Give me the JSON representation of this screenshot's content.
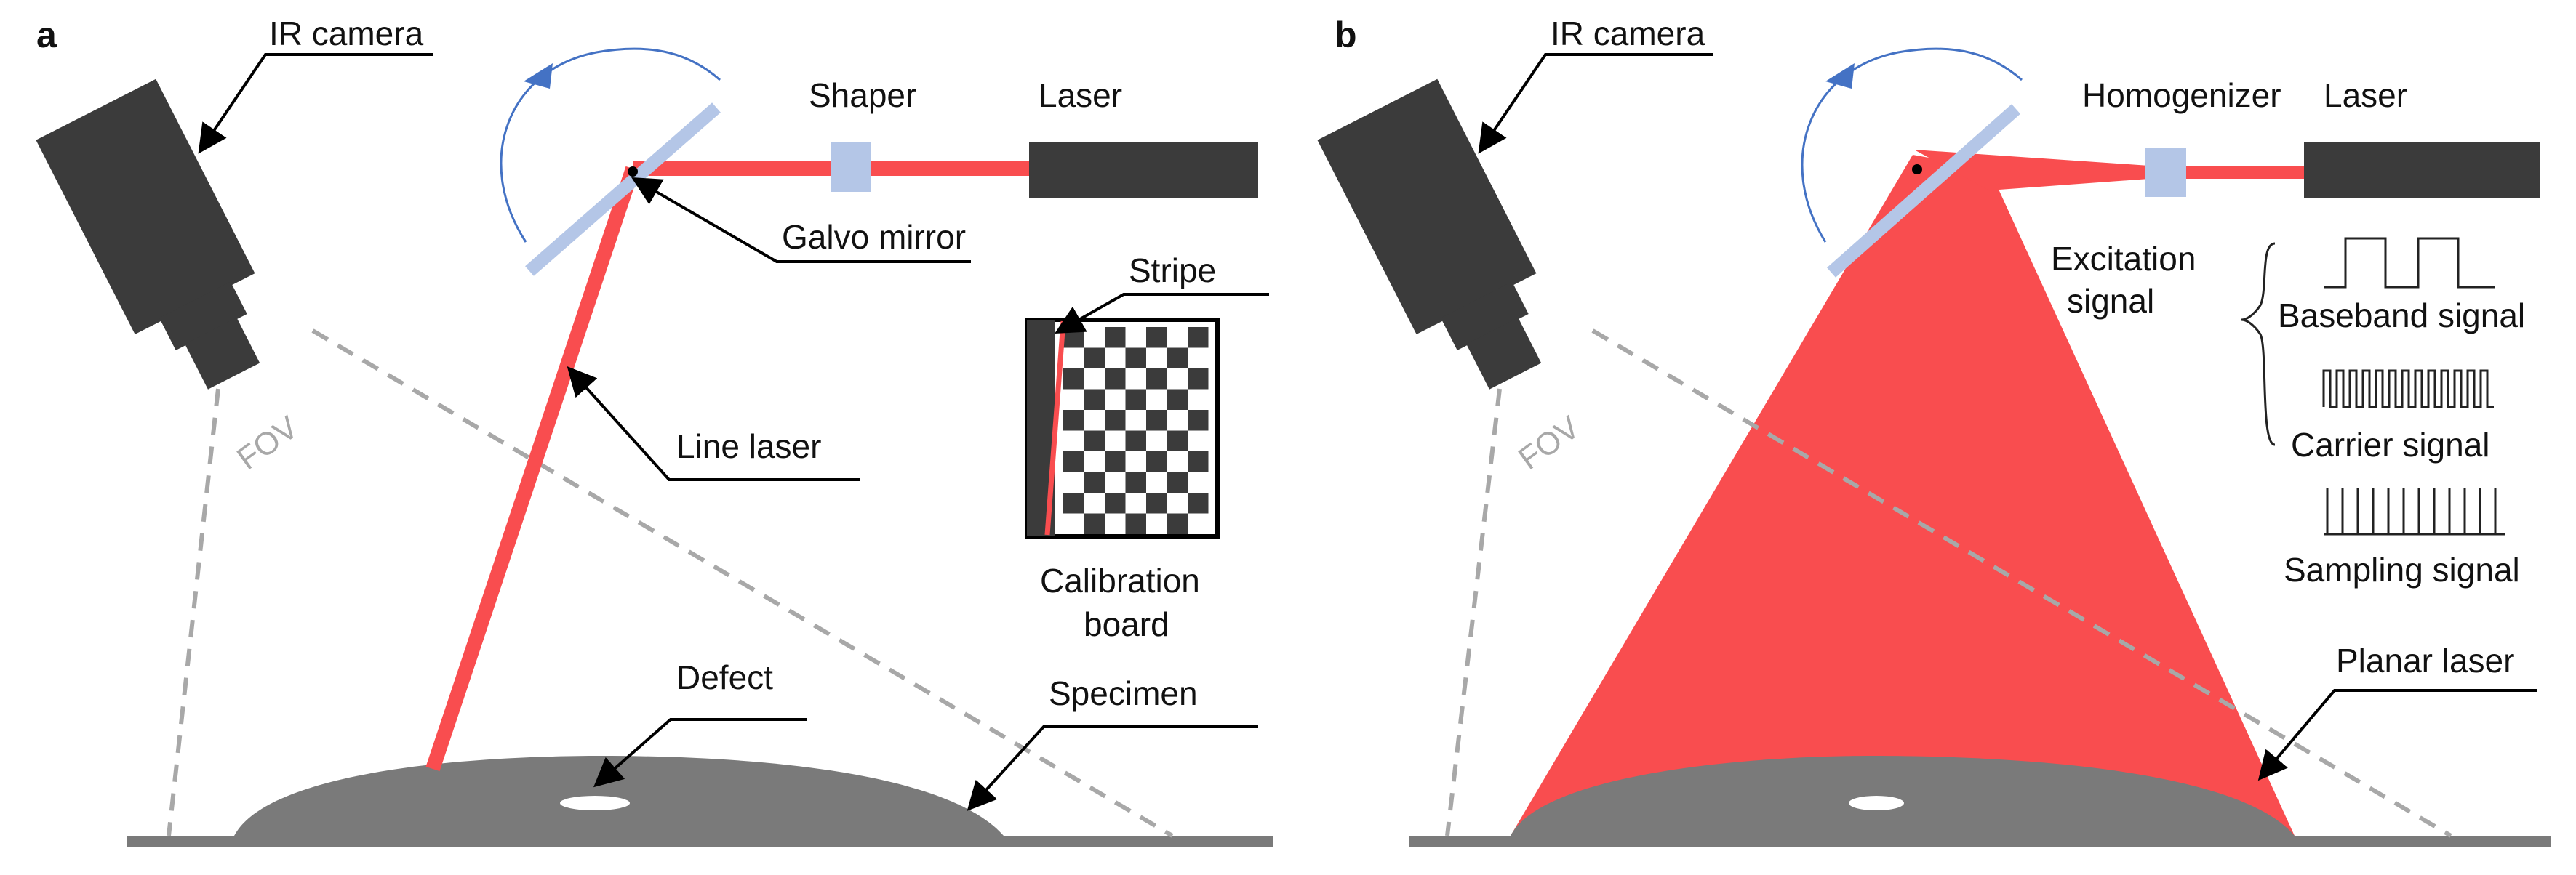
{
  "panels": {
    "a": {
      "letter": "a",
      "labels": {
        "ir_camera": "IR camera",
        "shaper": "Shaper",
        "laser": "Laser",
        "galvo_mirror": "Galvo mirror",
        "stripe": "Stripe",
        "line_laser": "Line laser",
        "fov": "FOV",
        "calibration_board_1": "Calibration",
        "calibration_board_2": "board",
        "defect": "Defect",
        "specimen": "Specimen"
      }
    },
    "b": {
      "letter": "b",
      "labels": {
        "ir_camera": "IR camera",
        "homogenizer": "Homogenizer",
        "laser": "Laser",
        "excitation_1": "Excitation",
        "excitation_2": "signal",
        "baseband": "Baseband signal",
        "carrier": "Carrier signal",
        "sampling": "Sampling signal",
        "fov": "FOV",
        "planar_laser": "Planar laser"
      }
    }
  },
  "colors": {
    "laser_red": "#f94d4f",
    "dark_gray": "#3b3b3b",
    "specimen_gray": "#7a7a7a",
    "mirror_blue": "#b4c6e7",
    "arrow_blue": "#4472c4",
    "fov_gray": "#a8a8a8"
  }
}
